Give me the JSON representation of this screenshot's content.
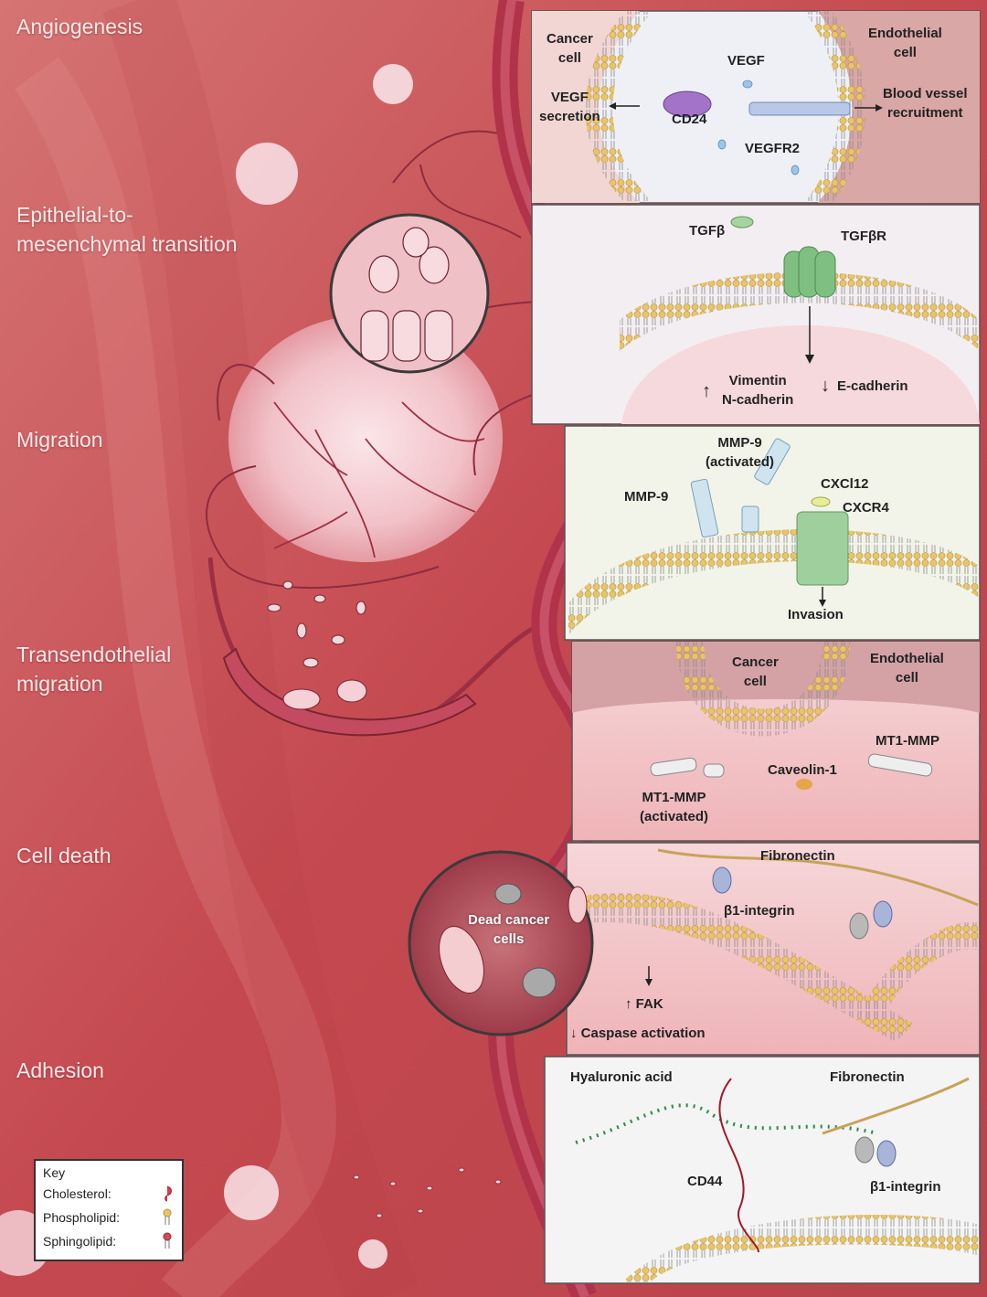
{
  "stages": [
    {
      "id": "angiogenesis",
      "lines": [
        "Angiogenesis"
      ]
    },
    {
      "id": "emt",
      "lines": [
        "Epithelial-to-",
        "mesenchymal transition"
      ]
    },
    {
      "id": "migration",
      "lines": [
        "Migration"
      ]
    },
    {
      "id": "transendothelial",
      "lines": [
        "Transendothelial",
        "migration"
      ]
    },
    {
      "id": "cell-death",
      "lines": [
        "Cell death"
      ]
    },
    {
      "id": "adhesion",
      "lines": [
        "Adhesion"
      ]
    }
  ],
  "panels": {
    "angiogenesis": {
      "cancer_cell": "Cancer\ncell",
      "vegf": "VEGF",
      "endothelial_cell": "Endothelial\ncell",
      "vegf_secretion": "VEGF\nsecretion",
      "cd24": "CD24",
      "blood_vessel": "Blood vessel\nrecruitment",
      "vegfr2": "VEGFR2"
    },
    "emt": {
      "tgfb": "TGFβ",
      "tgfbr": "TGFβR",
      "vimentin": "Vimentin\nN-cadherin",
      "ecadherin": "E-cadherin",
      "up_arrow": "↑",
      "down_arrow": "↓"
    },
    "migration": {
      "mmp9_activated": "MMP-9\n(activated)",
      "mmp9": "MMP-9",
      "cxcl12": "CXCl12",
      "cxcr4": "CXCR4",
      "invasion": "Invasion"
    },
    "transendothelial": {
      "cancer_cell": "Cancer\ncell",
      "endothelial_cell": "Endothelial\ncell",
      "mt1mmp": "MT1-MMP",
      "caveolin": "Caveolin-1",
      "mt1mmp_activated": "MT1-MMP\n(activated)"
    },
    "cell_death": {
      "fibronectin": "Fibronectin",
      "b1_integrin": "β1-integrin",
      "dead_cells": "Dead cancer\ncells",
      "fak": "↑ FAK",
      "caspase": "↓ Caspase activation"
    },
    "adhesion": {
      "hyaluronic": "Hyaluronic acid",
      "fibronectin": "Fibronectin",
      "cd44": "CD44",
      "b1_integrin": "β1-integrin"
    }
  },
  "key": {
    "title": "Key",
    "items": [
      {
        "label": "Cholesterol:",
        "color": "#e0384a"
      },
      {
        "label": "Phospholipid:",
        "color": "#e8c46a"
      },
      {
        "label": "Sphingolipid:",
        "color": "#d24b5a"
      }
    ]
  },
  "colors": {
    "tissue": "#c9575b",
    "vessel": "#b0334a",
    "membrane_head": "#e8c46a",
    "cholesterol": "#e0384a",
    "panel_bg": "#f3f1f4"
  }
}
